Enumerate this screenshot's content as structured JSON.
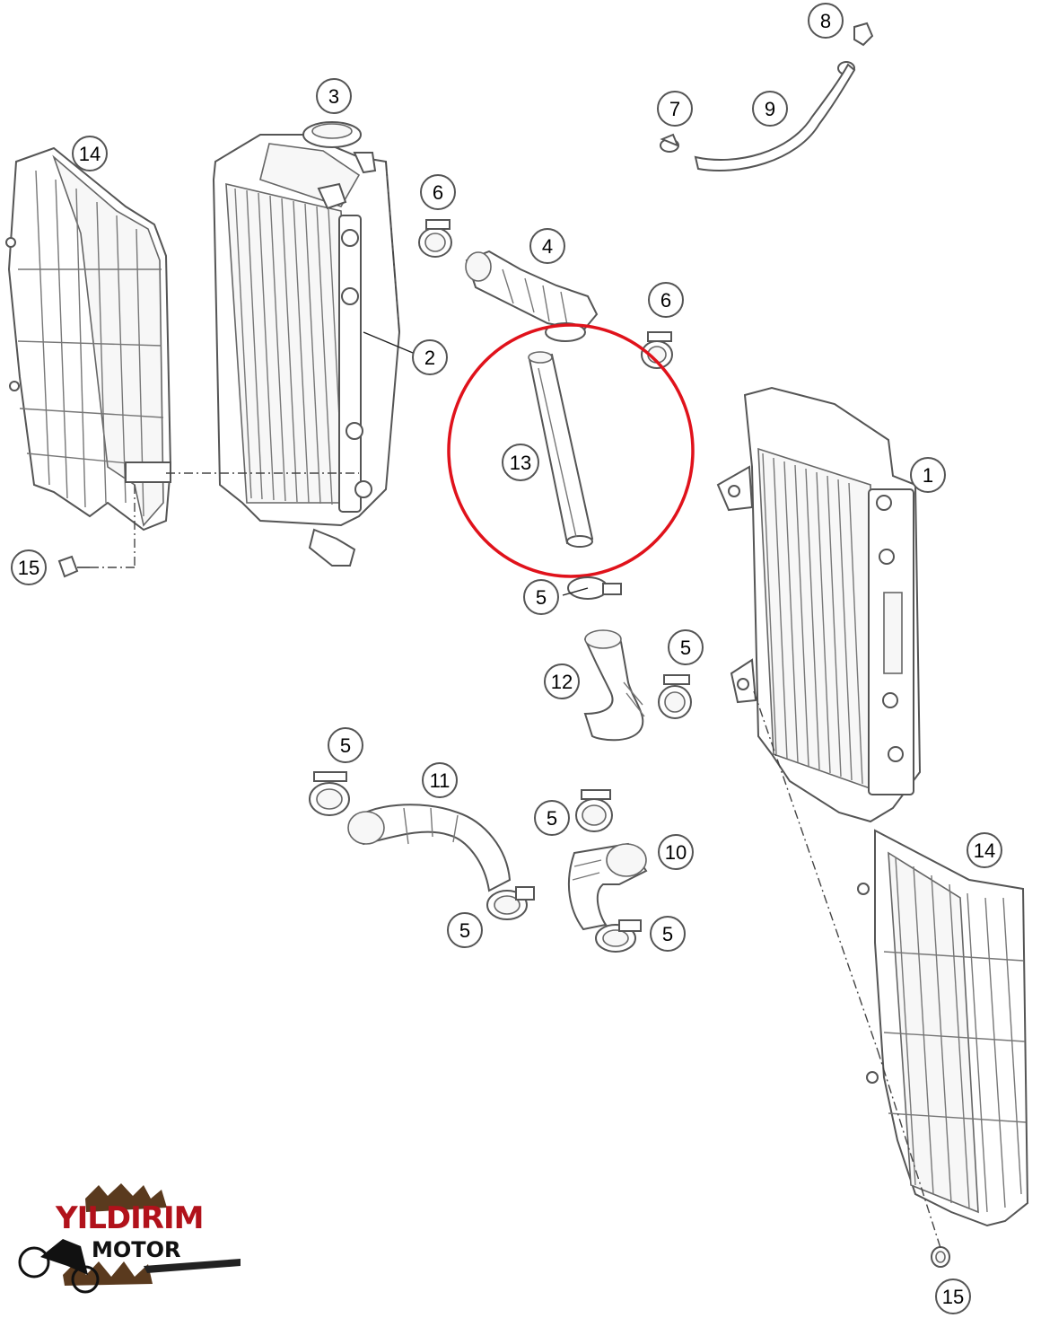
{
  "diagram": {
    "highlight_color": "#e0121b",
    "callouts": {
      "c14a": "14",
      "c15a": "15",
      "c3": "3",
      "c2": "2",
      "c6a": "6",
      "c4": "4",
      "c6b": "6",
      "c7": "7",
      "c8": "8",
      "c9": "9",
      "c13": "13",
      "c1": "1",
      "c5a": "5",
      "c5b": "5",
      "c12": "12",
      "c5c": "5",
      "c11": "11",
      "c5d": "5",
      "c10": "10",
      "c5e": "5",
      "c5f": "5",
      "c14b": "14",
      "c15b": "15"
    }
  },
  "logo": {
    "line1": "YILDIRIM",
    "line2": "MOTOR"
  }
}
